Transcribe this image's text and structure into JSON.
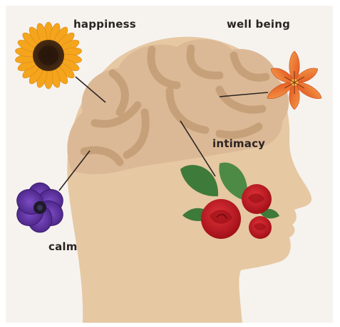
{
  "labels": {
    "happiness": "happiness",
    "well_being": "well being",
    "intimacy": "intimacy",
    "calm": "calm"
  },
  "colors": {
    "background": "#f6f3ef",
    "head": "#e6c8a3",
    "brain": "#dcb996",
    "brain_fold": "#c7a07a",
    "connector": "#2b2422",
    "sunflower_petal": "#f4a51c",
    "sunflower_center": "#3a2412",
    "lily_petal": "#ef7c2f",
    "rose": "#c8171f",
    "leaf": "#3e7a3a",
    "anemone": "#5b2d9e"
  },
  "icons": {
    "sunflower": "sunflower-icon",
    "lily": "lily-icon",
    "roses": "rose-bouquet-icon",
    "anemone": "anemone-icon"
  }
}
